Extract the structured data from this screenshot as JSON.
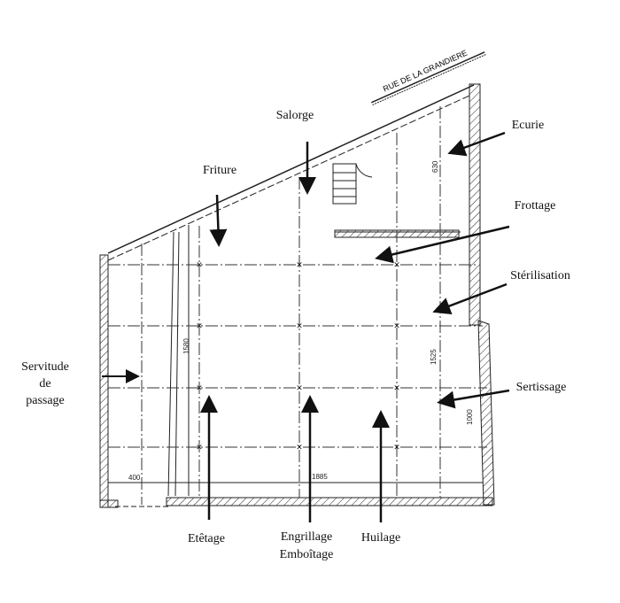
{
  "street_name": "RUE DE LA GRANDIERE",
  "labels": {
    "salorge": "Salorge",
    "friture": "Friture",
    "ecurie": "Ecurie",
    "frottage": "Frottage",
    "sterilisation": "Stérilisation",
    "sertissage": "Sertissage",
    "servitude_1": "Servitude",
    "servitude_2": "de",
    "servitude_3": "passage",
    "etetage": "Etêtage",
    "engrillage": "Engrillage",
    "emboitage": "Emboîtage",
    "huilage": "Huilage"
  },
  "dimensions": {
    "d400": "400",
    "d1580": "1580",
    "d1885": "1885",
    "d1525": "1525",
    "d1000": "1000",
    "d630": "630"
  },
  "colors": {
    "ink": "#111111",
    "paper": "#ffffff"
  }
}
